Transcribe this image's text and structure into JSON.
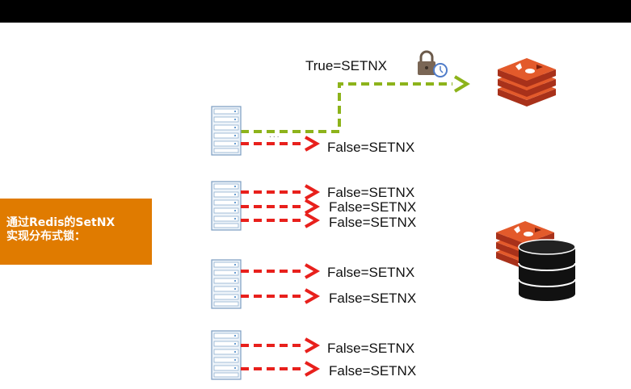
{
  "sidebar": {
    "line1": "通过Redis的SetNX",
    "line2": "实现分布式锁：",
    "bg_color": "#e07b00"
  },
  "diagram": {
    "success_label": "True=SETNX",
    "fail_label": "False=SETNX",
    "server_icon": "server-rack-icon",
    "lock_icon": "padlock-clock-icon",
    "redis_icon": "redis-logo-icon",
    "database_icon": "database-icon",
    "colors": {
      "success_arrow": "#8db31b",
      "fail_arrow": "#e8201c",
      "redis": "#e35a2b",
      "database": "#111111"
    }
  }
}
